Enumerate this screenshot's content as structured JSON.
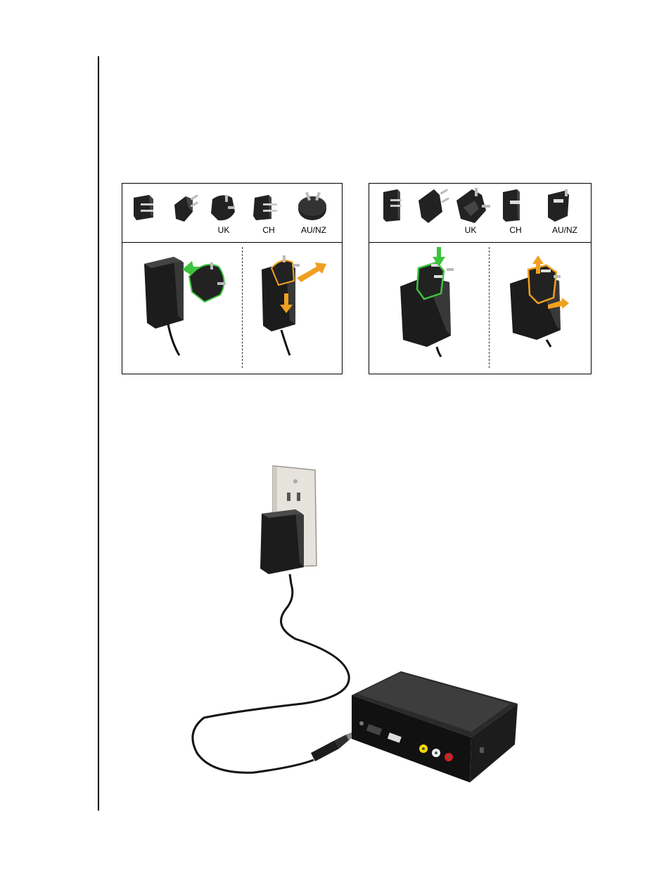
{
  "panel_left": {
    "plug_labels": [
      "UK",
      "CH",
      "AU/NZ"
    ]
  },
  "panel_right": {
    "plug_labels": [
      "UK",
      "CH",
      "AU/NZ"
    ]
  },
  "colors": {
    "adapter": "#1c1c1c",
    "install_highlight": "#3cc43c",
    "remove_highlight": "#f0a020",
    "wall_plate": "#e6e3dc"
  }
}
